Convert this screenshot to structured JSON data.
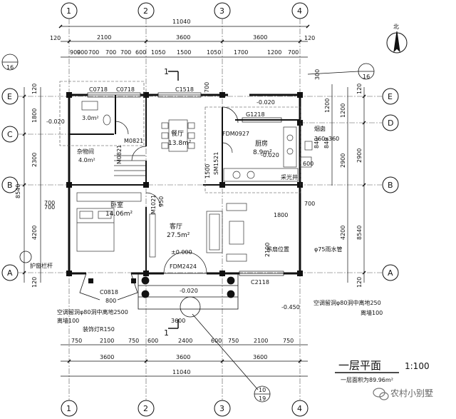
{
  "drawing": {
    "title": "一层平面",
    "scale": "1:100",
    "area_note": "一层面积为89.96m²",
    "north_label": "北",
    "watermark": "农村小别墅"
  },
  "grid": {
    "columns": [
      "1",
      "2",
      "3",
      "4"
    ],
    "rows": [
      "E",
      "D",
      "C",
      "B",
      "A"
    ]
  },
  "dimensions": {
    "top_total": "11040",
    "top_main": [
      "120",
      "2100",
      "3600",
      "3600",
      "120"
    ],
    "top_detail": [
      "900",
      "700",
      "700",
      "700",
      "600",
      "1050",
      "1500",
      "1050",
      "1700",
      "1200",
      "700",
      "300"
    ],
    "bottom_detail": [
      "750",
      "2100",
      "750",
      "600",
      "2400",
      "600",
      "750",
      "2100",
      "750"
    ],
    "bottom_main": [
      "3600",
      "3600",
      "3600"
    ],
    "bottom_total": "11040",
    "left_segments": [
      "120",
      "1800",
      "2300",
      "700",
      "4200",
      "120"
    ],
    "left_total": "8540",
    "right_segments": [
      "120",
      "1200",
      "840",
      "2900",
      "4200",
      "120"
    ],
    "right_total": "8540",
    "right_outer": [
      "300",
      "1200",
      "840",
      "2900"
    ]
  },
  "rooms": [
    {
      "name": "餐厅",
      "area": "13.8m²"
    },
    {
      "name": "厨房",
      "area": "8.9m²"
    },
    {
      "name": "卧室",
      "area": "14.06m²"
    },
    {
      "name": "客厅",
      "area": "27.5m²"
    },
    {
      "name": "杂物间",
      "area": "4.0m²"
    },
    {
      "name": "",
      "area": "3.0m²"
    }
  ],
  "labels": {
    "c0718_a": "C0718",
    "c0718_b": "C0718",
    "c1518": "C1518",
    "g1218": "G1218",
    "fdm0927": "FDM0927",
    "m0821": "M0821",
    "m0821b": "M0821",
    "m1021": "M1021",
    "sm1521": "SM1521",
    "fdm2424": "FDM2424",
    "c2118": "C2118",
    "c0818": "C0818",
    "elev_neg020_top": "-0.020",
    "elev_neg020_left": "-0.020",
    "elev_neg020_kit": "-0.020",
    "elev_neg020_porch": "-0.020",
    "elev_zero": "±0.000",
    "elev_neg450": "-0.450",
    "chimney": "烟囱",
    "chimney_size": "360x360",
    "well": "采光井",
    "fan": "吊扇位置",
    "rail": "护窗栏杆",
    "pipe": "φ75雨水管",
    "ac_left": "空调留洞φ80洞中离地2500",
    "ac_left_b": "离墙100",
    "lamp": "装饰灯R150",
    "ac_right": "空调留洞φ80洞中离地250",
    "ac_right_b": "离墙100",
    "section_mark": "1",
    "detail_top": "16",
    "detail_left": "16",
    "detail_bottom_a": "10",
    "detail_bottom_b": "19",
    "dim_1800": "1800",
    "dim_2100": "2100",
    "dim_950": "950",
    "dim_700a": "700",
    "dim_700b": "700",
    "dim_700c": "700",
    "dim_1500": "1500",
    "dim_800": "800",
    "dim_600": "600",
    "dim_840": "840",
    "dim_3600": "3600",
    "dim_900": "900"
  }
}
